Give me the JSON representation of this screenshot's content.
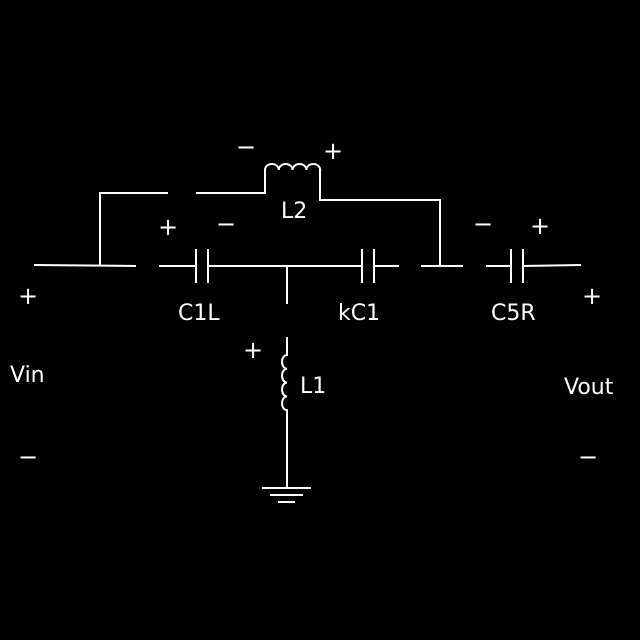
{
  "colors": {
    "background": "#000000",
    "stroke": "#ffffff"
  },
  "components": {
    "c1l": {
      "label": "C1L",
      "left_polarity": "+",
      "right_polarity": "−"
    },
    "kc1": {
      "label": "kC1"
    },
    "c5r": {
      "label": "C5R",
      "left_polarity": "−",
      "right_polarity": "+"
    },
    "l1": {
      "label": "L1",
      "polarity": "+"
    },
    "l2": {
      "label": "L2",
      "left_polarity": "−",
      "right_polarity": "+"
    }
  },
  "ports": {
    "input": {
      "label": "Vin",
      "plus": "+",
      "minus": "−"
    },
    "output": {
      "label": "Vout",
      "plus": "+",
      "minus": "−"
    }
  },
  "icons": [
    "ground-icon",
    "capacitor-icon",
    "inductor-icon"
  ]
}
